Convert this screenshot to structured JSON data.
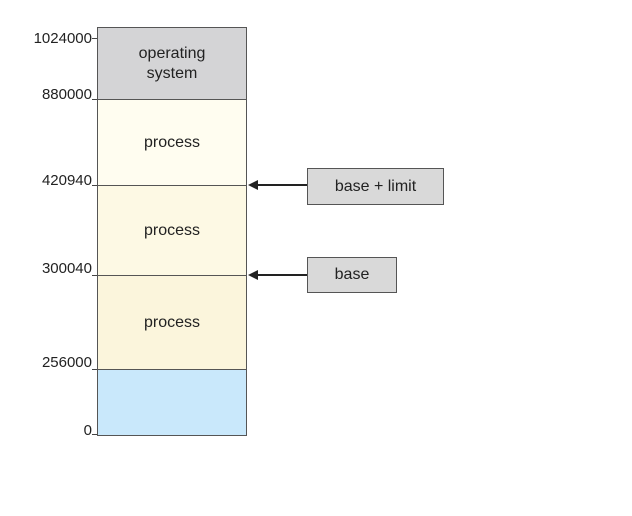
{
  "addresses": [
    "1024000",
    "880000",
    "420940",
    "300040",
    "256000",
    "0"
  ],
  "segments": [
    {
      "label": "operating\nsystem",
      "color": "#d4d4d6"
    },
    {
      "label": "process",
      "color": "#fffdf0"
    },
    {
      "label": "process",
      "color": "#fdf9e4"
    },
    {
      "label": "process",
      "color": "#fbf5dc"
    },
    {
      "label": "",
      "color": "#c9e8fb"
    }
  ],
  "registers": {
    "limit_label": "base + limit",
    "base_label": "base"
  }
}
